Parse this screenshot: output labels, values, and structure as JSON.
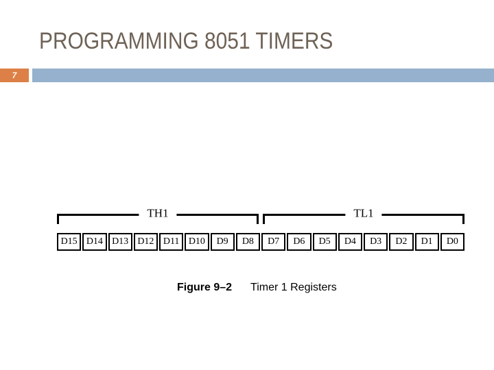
{
  "slide": {
    "title": "PROGRAMMING 8051 TIMERS",
    "page_number": "7",
    "colors": {
      "title_text": "#6e6256",
      "page_number_box": "#dd8047",
      "header_band": "#95b1cd",
      "diagram_lines": "#000000",
      "background": "#ffffff"
    }
  },
  "figure": {
    "caption_label": "Figure 9–2",
    "caption_text": "Timer 1 Registers",
    "registers": [
      {
        "name": "TH1",
        "bits": [
          "D15",
          "D14",
          "D13",
          "D12",
          "D11",
          "D10",
          "D9",
          "D8"
        ]
      },
      {
        "name": "TL1",
        "bits": [
          "D7",
          "D6",
          "D5",
          "D4",
          "D3",
          "D2",
          "D1",
          "D0"
        ]
      }
    ]
  }
}
